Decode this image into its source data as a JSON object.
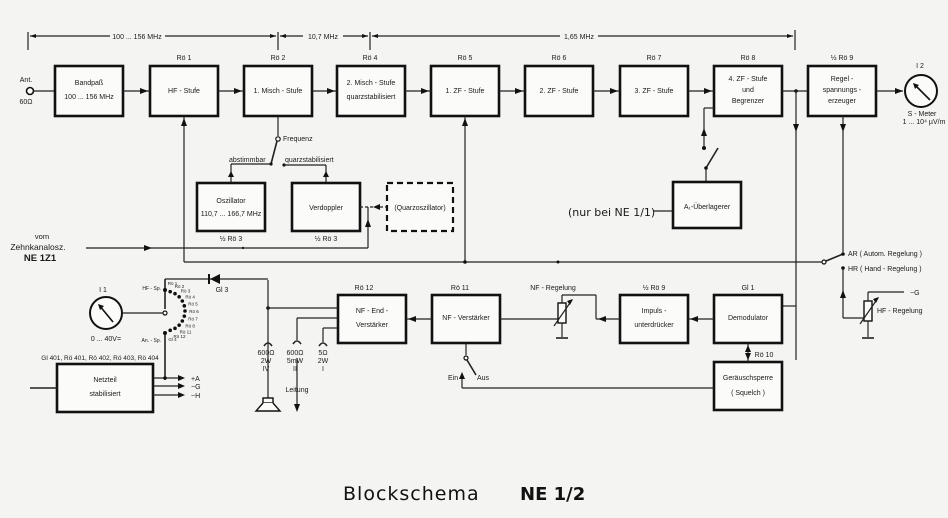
{
  "title": {
    "main": "Blockschema",
    "model": "NE 1/2"
  },
  "frequency_bands": [
    {
      "label": "100 ... 156 MHz"
    },
    {
      "label": "10,7 MHz"
    },
    {
      "label": "1,65 MHz"
    }
  ],
  "antenna": {
    "label": "Ant.",
    "impedance": "60Ω"
  },
  "blocks": {
    "bandpass": {
      "line1": "Bandpaß",
      "line2": "100 ... 156 MHz",
      "ref": ""
    },
    "hf_stage": {
      "line1": "HF - Stufe",
      "ref": "Rö 1"
    },
    "mixer1": {
      "line1": "1. Misch - Stufe",
      "ref": "Rö 2"
    },
    "mixer2": {
      "line1": "2. Misch - Stufe",
      "line2": "quarzstabilisiert",
      "ref": "Rö 4"
    },
    "if1": {
      "line1": "1. ZF - Stufe",
      "ref": "Rö 5"
    },
    "if2": {
      "line1": "2. ZF - Stufe",
      "ref": "Rö 6"
    },
    "if3": {
      "line1": "3. ZF - Stufe",
      "ref": "Rö 7"
    },
    "if4": {
      "line1": "4. ZF - Stufe",
      "line2": "und",
      "line3": "Begrenzer",
      "ref": "Rö 8"
    },
    "agc": {
      "line1": "Regel -",
      "line2": "spannungs -",
      "line3": "erzeuger",
      "ref": "½ Rö 9"
    },
    "oscillator": {
      "line1": "Oszillator",
      "line2": "110,7 ... 166,7 MHz",
      "ref": "½ Rö 3"
    },
    "doubler": {
      "line1": "Verdoppler",
      "ref": "½ Rö 3"
    },
    "crystal_osc": {
      "line1": "(Quarzoszillator)"
    },
    "bfo": {
      "line1": "A₁-Überlagerer",
      "note": "(nur bei NE 1/1)"
    },
    "af_power": {
      "line1": "NF - End -",
      "line2": "Verstärker",
      "ref": "Rö 12"
    },
    "af_amp": {
      "line1": "NF - Verstärker",
      "ref": "Rö 11"
    },
    "noise_limiter": {
      "line1": "Impuls -",
      "line2": "unterdrücker",
      "ref": "½ Rö 9"
    },
    "demodulator": {
      "line1": "Demodulator",
      "ref": "Gl 1"
    },
    "squelch": {
      "line1": "Geräuschsperre",
      "line2": "( Squelch )",
      "ref": "Rö 10"
    },
    "psu": {
      "line1": "Netzteil",
      "line2": "stabilisiert",
      "ref": "Gl 401, Rö 401, Rö 402, Rö 403, Rö 404"
    }
  },
  "labels": {
    "frequenz": "Frequenz",
    "abstimmbar": "abstimmbar",
    "quarzstabilisiert": "quarzstabilisiert",
    "external_in_1": "vom",
    "external_in_2": "Zehnkanalosz.",
    "external_in_3": "NE 1Z1",
    "ar": "AR ( Autom. Regelung )",
    "hr": "HR ( Hand - Regelung )",
    "minus_g": "−G",
    "hf_regelung": "HF - Regelung",
    "nf_regelung": "NF - Regelung",
    "ein": "Ein",
    "aus": "Aus",
    "diode": "Gl 3",
    "leitung": "Leitung",
    "out_iv_1": "600Ω",
    "out_iv_2": "2W",
    "out_iv_3": "IV",
    "out_ii_1": "600Ω",
    "out_ii_2": "5mW",
    "out_ii_3": "II",
    "out_i_1": "5Ω",
    "out_i_2": "2W",
    "out_i_3": "I",
    "psu_a": "+A",
    "psu_g": "−G",
    "psu_h": "~H"
  },
  "meters": {
    "i1": {
      "name": "I 1",
      "range": "0 ... 40V="
    },
    "i2": {
      "name": "I 2",
      "line1": "S - Meter",
      "line2": "1 ... 10⁴ µV/m"
    }
  },
  "selector_switch": {
    "top": "HF - Sp.",
    "bottom": "An. - Sp.",
    "positions": [
      "Rö 1",
      "Rö 2",
      "Rö 3",
      "Rö 4",
      "Rö 5",
      "Rö 6",
      "Rö 7",
      "Rö 8",
      "Rö 11",
      "Rö 12",
      "Gl 4"
    ]
  }
}
